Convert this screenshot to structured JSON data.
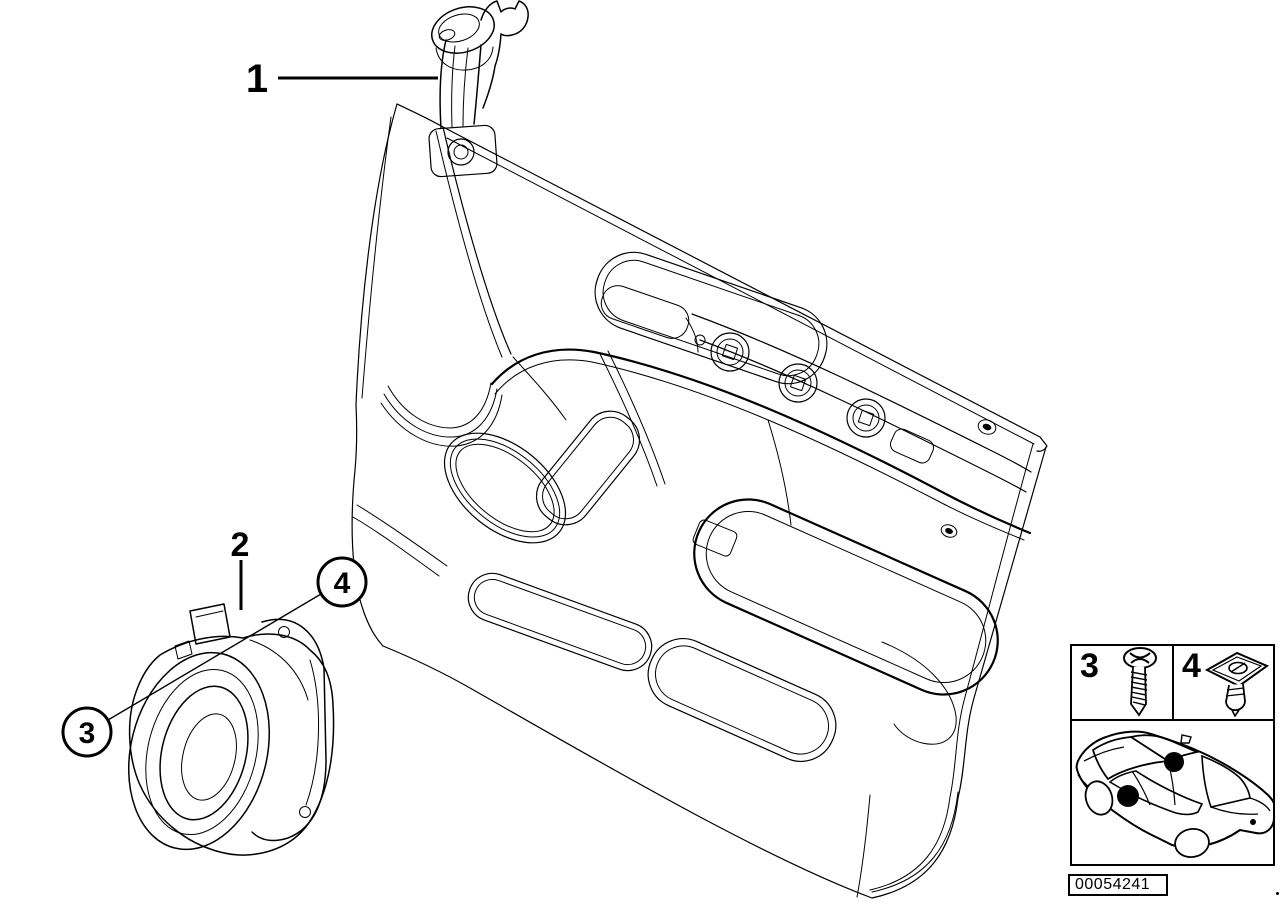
{
  "page": {
    "background_color": "#ffffff",
    "line_color": "#000000"
  },
  "callouts": {
    "c1": "1",
    "c2": "2",
    "c3": "3",
    "c4": "4"
  },
  "legend": {
    "item3_label": "3",
    "item4_label": "4",
    "icons": [
      "screw-icon",
      "expanding-rivet-icon",
      "car-speaker-locations-icon"
    ],
    "car_marker_count": 2
  },
  "footer": {
    "diagram_number": "00054241"
  }
}
